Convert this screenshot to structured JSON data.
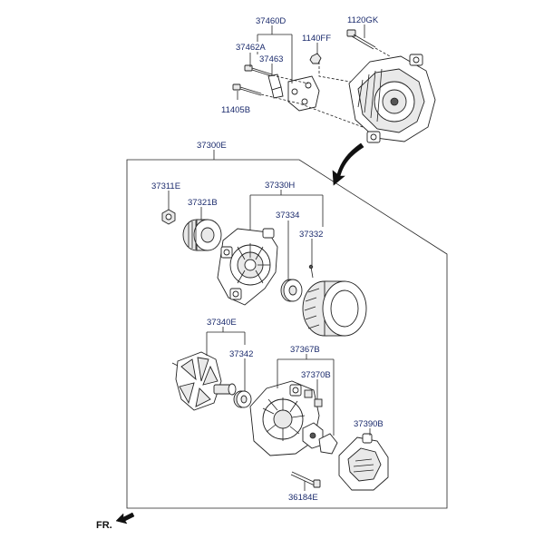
{
  "labels": {
    "p37460D": "37460D",
    "p1120GK": "1120GK",
    "p37462A": "37462A",
    "p1140FF": "1140FF",
    "p37463": "37463",
    "p11405B": "11405B",
    "p37300E": "37300E",
    "p37311E": "37311E",
    "p37330H": "37330H",
    "p37321B": "37321B",
    "p37334": "37334",
    "p37332": "37332",
    "p37340E": "37340E",
    "p37342": "37342",
    "p37367B": "37367B",
    "p37370B": "37370B",
    "p37390B": "37390B",
    "p36184E": "36184E",
    "fr": "FR."
  }
}
